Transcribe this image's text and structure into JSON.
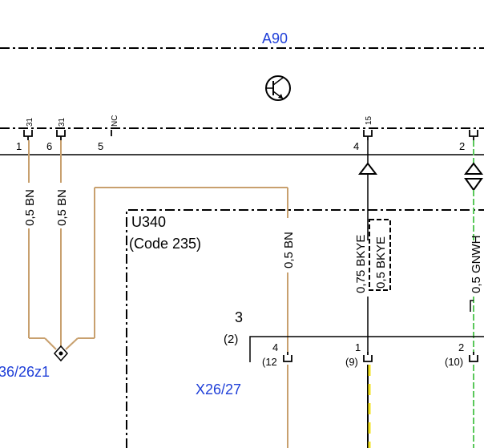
{
  "colors": {
    "brown_wire": "#c8a06e",
    "green_wire": "#5ac85a",
    "yellow_wire": "#f0e020",
    "black_wire": "#000000",
    "ref_label": "#1f3fd8"
  },
  "module": {
    "name": "A90",
    "icon": "transistor-icon",
    "connector_pins": [
      {
        "number": "1",
        "terminal": "31"
      },
      {
        "number": "6",
        "terminal": "31"
      },
      {
        "number": "5",
        "terminal": "NC"
      },
      {
        "number": "4",
        "terminal": "15"
      },
      {
        "number": "2",
        "terminal": ""
      }
    ]
  },
  "wires": {
    "w1": "0,5 BN",
    "w2": "0,5 BN",
    "w3": "0,5 BN",
    "w4_primary": "0,75 BKYE",
    "w4_alternate": "0,5 BKYE",
    "w5": "0,5 GNWH"
  },
  "option_box": {
    "name": "U340",
    "code": "(Code 235)"
  },
  "ground_point": "36/26z1",
  "connector": {
    "name": "X26/27",
    "index": "3",
    "index_alt": "(2)",
    "pins": [
      {
        "number": "4",
        "alt": "(12"
      },
      {
        "number": "1",
        "alt": "(9)"
      },
      {
        "number": "2",
        "alt": "(10)"
      }
    ]
  }
}
